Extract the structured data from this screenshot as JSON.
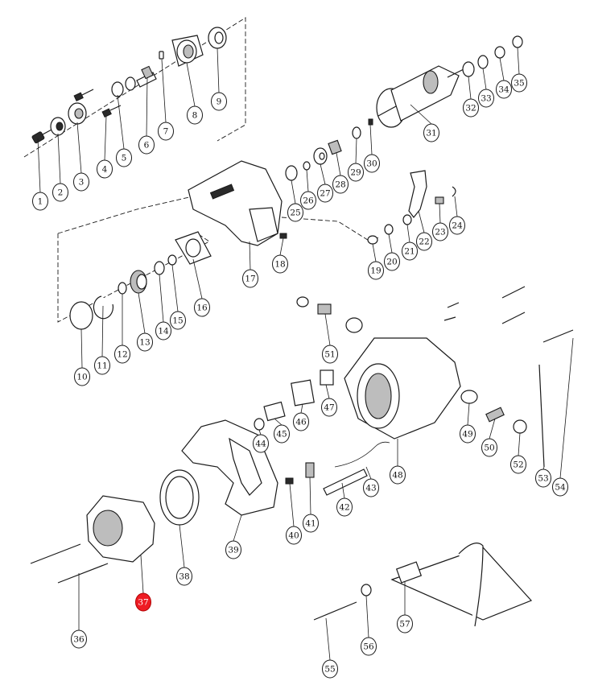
{
  "diagram": {
    "highlight_color": "#ee1c24",
    "highlighted_part": "37",
    "callouts": [
      {
        "id": "1",
        "label": "1",
        "highlighted": false
      },
      {
        "id": "2",
        "label": "2",
        "highlighted": false
      },
      {
        "id": "3",
        "label": "3",
        "highlighted": false
      },
      {
        "id": "4",
        "label": "4",
        "highlighted": false
      },
      {
        "id": "5",
        "label": "5",
        "highlighted": false
      },
      {
        "id": "6",
        "label": "6",
        "highlighted": false
      },
      {
        "id": "7",
        "label": "7",
        "highlighted": false
      },
      {
        "id": "8",
        "label": "8",
        "highlighted": false
      },
      {
        "id": "9",
        "label": "9",
        "highlighted": false
      },
      {
        "id": "10",
        "label": "10",
        "highlighted": false
      },
      {
        "id": "11",
        "label": "11",
        "highlighted": false
      },
      {
        "id": "12",
        "label": "12",
        "highlighted": false
      },
      {
        "id": "13",
        "label": "13",
        "highlighted": false
      },
      {
        "id": "14",
        "label": "14",
        "highlighted": false
      },
      {
        "id": "15",
        "label": "15",
        "highlighted": false
      },
      {
        "id": "16",
        "label": "16",
        "highlighted": false
      },
      {
        "id": "17",
        "label": "17",
        "highlighted": false
      },
      {
        "id": "18",
        "label": "18",
        "highlighted": false
      },
      {
        "id": "19",
        "label": "19",
        "highlighted": false
      },
      {
        "id": "20",
        "label": "20",
        "highlighted": false
      },
      {
        "id": "21",
        "label": "21",
        "highlighted": false
      },
      {
        "id": "22",
        "label": "22",
        "highlighted": false
      },
      {
        "id": "23",
        "label": "23",
        "highlighted": false
      },
      {
        "id": "24",
        "label": "24",
        "highlighted": false
      },
      {
        "id": "25",
        "label": "25",
        "highlighted": false
      },
      {
        "id": "26",
        "label": "26",
        "highlighted": false
      },
      {
        "id": "27",
        "label": "27",
        "highlighted": false
      },
      {
        "id": "28",
        "label": "28",
        "highlighted": false
      },
      {
        "id": "29",
        "label": "29",
        "highlighted": false
      },
      {
        "id": "30",
        "label": "30",
        "highlighted": false
      },
      {
        "id": "31",
        "label": "31",
        "highlighted": false
      },
      {
        "id": "32",
        "label": "32",
        "highlighted": false
      },
      {
        "id": "33",
        "label": "33",
        "highlighted": false
      },
      {
        "id": "34",
        "label": "34",
        "highlighted": false
      },
      {
        "id": "35",
        "label": "35",
        "highlighted": false
      },
      {
        "id": "36",
        "label": "36",
        "highlighted": false
      },
      {
        "id": "37",
        "label": "37",
        "highlighted": true
      },
      {
        "id": "38",
        "label": "38",
        "highlighted": false
      },
      {
        "id": "39",
        "label": "39",
        "highlighted": false
      },
      {
        "id": "40",
        "label": "40",
        "highlighted": false
      },
      {
        "id": "41",
        "label": "41",
        "highlighted": false
      },
      {
        "id": "42",
        "label": "42",
        "highlighted": false
      },
      {
        "id": "43",
        "label": "43",
        "highlighted": false
      },
      {
        "id": "44",
        "label": "44",
        "highlighted": false
      },
      {
        "id": "45",
        "label": "45",
        "highlighted": false
      },
      {
        "id": "46",
        "label": "46",
        "highlighted": false
      },
      {
        "id": "47",
        "label": "47",
        "highlighted": false
      },
      {
        "id": "48",
        "label": "48",
        "highlighted": false
      },
      {
        "id": "49",
        "label": "49",
        "highlighted": false
      },
      {
        "id": "50",
        "label": "50",
        "highlighted": false
      },
      {
        "id": "51",
        "label": "51",
        "highlighted": false
      },
      {
        "id": "52",
        "label": "52",
        "highlighted": false
      },
      {
        "id": "53",
        "label": "53",
        "highlighted": false
      },
      {
        "id": "54",
        "label": "54",
        "highlighted": false
      },
      {
        "id": "55",
        "label": "55",
        "highlighted": false
      },
      {
        "id": "56",
        "label": "56",
        "highlighted": false
      },
      {
        "id": "57",
        "label": "57",
        "highlighted": false
      }
    ]
  }
}
